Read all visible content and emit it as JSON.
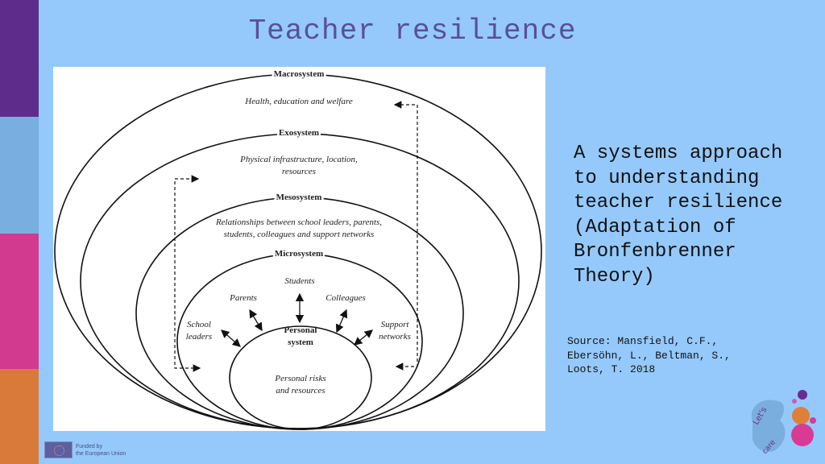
{
  "title": "Teacher resilience",
  "diagram": {
    "macrosystem": "Macrosystem",
    "macro_desc": "Health, education and welfare",
    "exosystem": "Exosystem",
    "exo_desc_1": "Physical infrastructure, location,",
    "exo_desc_2": "resources",
    "mesosystem": "Mesosystem",
    "meso_desc_1": "Relationships between school leaders, parents,",
    "meso_desc_2": "students, colleagues and support networks",
    "microsystem": "Microsystem",
    "students": "Students",
    "parents": "Parents",
    "colleagues": "Colleagues",
    "school_leaders_1": "School",
    "school_leaders_2": "leaders",
    "support_1": "Support",
    "support_2": "networks",
    "personal_1": "Personal",
    "personal_2": "system",
    "personal_desc_1": "Personal risks",
    "personal_desc_2": "and resources"
  },
  "caption": "A systems approach\nto understanding\nteacher resilience\n(Adaptation of\nBronfenbrenner\nTheory)",
  "source": "Source: Mansfield, C.F.,\nEbersöhn, L., Beltman, S.,\nLoots, T. 2018",
  "funding": "Funded by\nthe European Union",
  "logo_text": "Let's care",
  "colors": {
    "background": "#95c9fb",
    "purple": "#5e2d8c",
    "blue": "#79aee0",
    "pink": "#d13a8e",
    "orange": "#d9793a",
    "title": "#5a4f96"
  }
}
